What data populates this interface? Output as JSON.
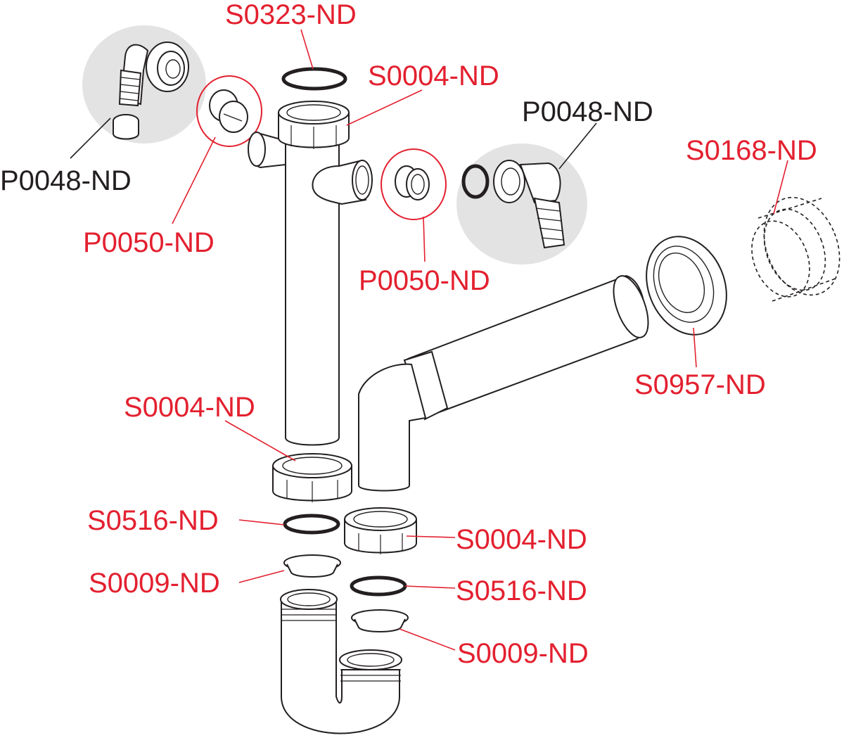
{
  "diagram": {
    "labels": {
      "s0323_top": "S0323-ND",
      "s0004_top": "S0004-ND",
      "p0048_left": "P0048-ND",
      "p0048_right": "P0048-ND",
      "p0050_left": "P0050-ND",
      "p0050_right": "P0050-ND",
      "s0168": "S0168-ND",
      "s0957": "S0957-ND",
      "s0004_mid": "S0004-ND",
      "s0516_left": "S0516-ND",
      "s0004_right": "S0004-ND",
      "s0009_left": "S0009-ND",
      "s0516_right": "S0516-ND",
      "s0009_right": "S0009-ND"
    },
    "colors": {
      "highlight_label": "#e3202f",
      "standard_label": "#231f20",
      "accessory_bubble": "#e3e3e3"
    }
  }
}
